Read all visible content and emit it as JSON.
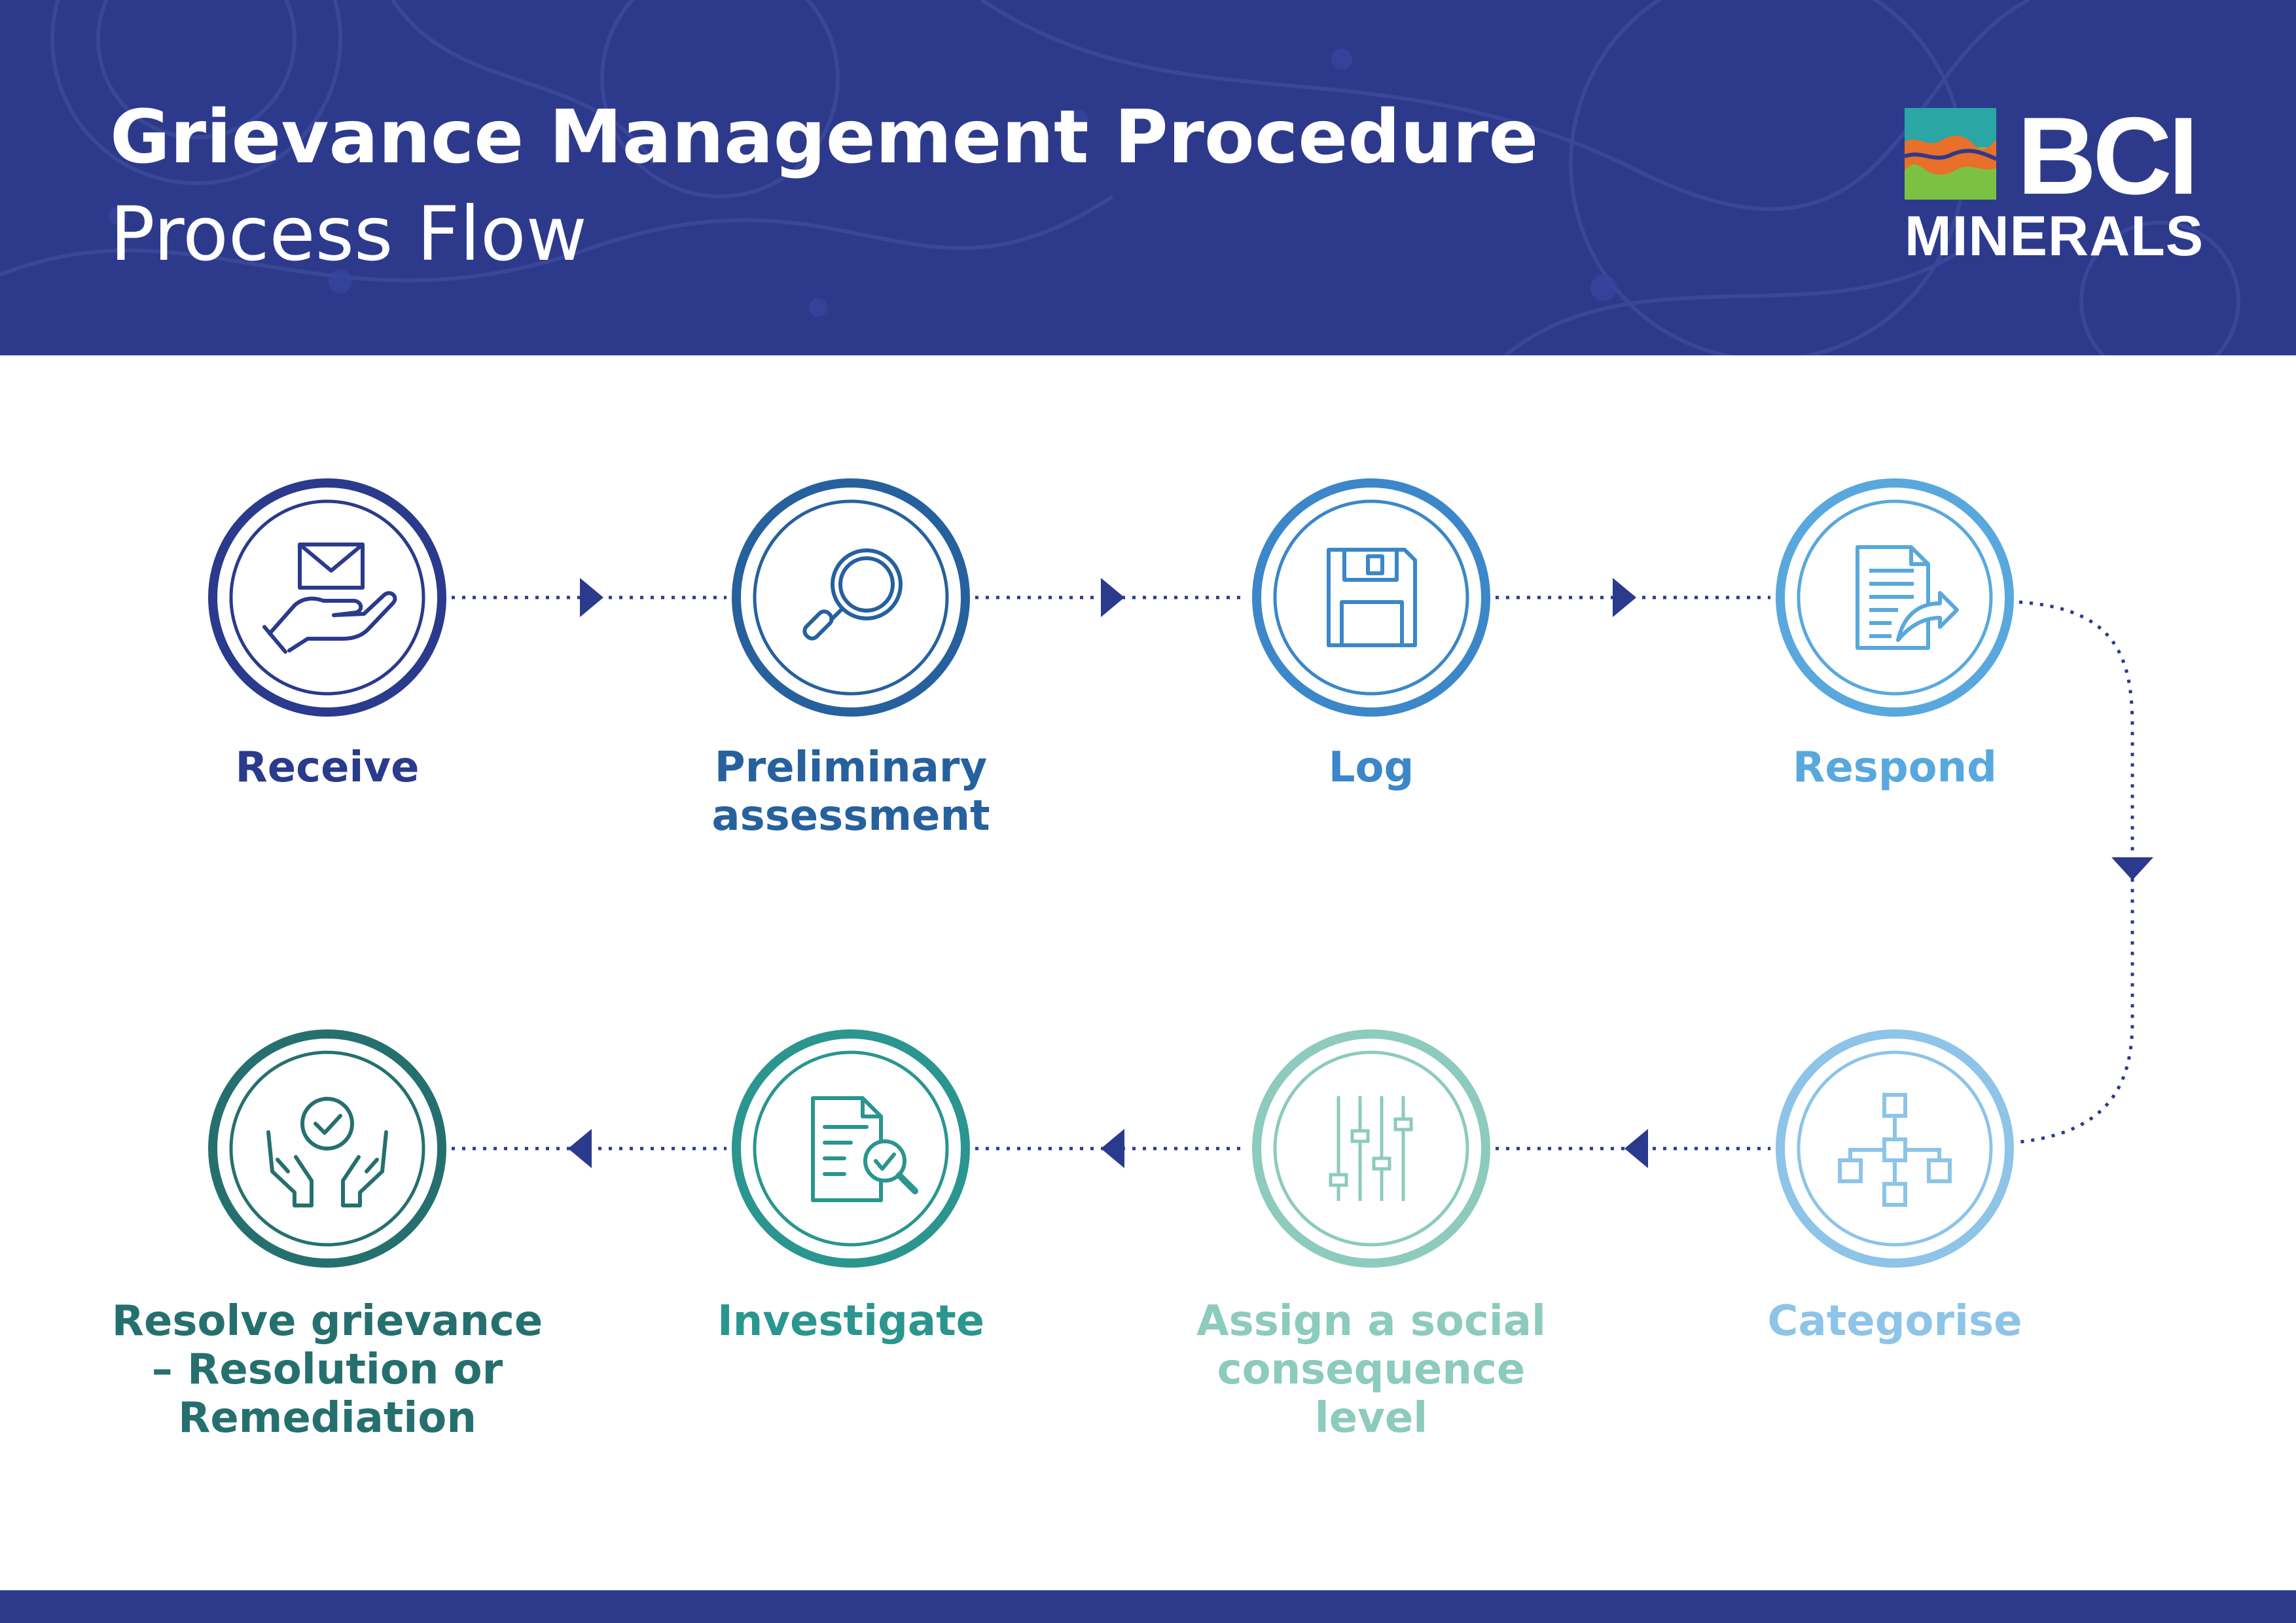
{
  "header": {
    "title": "Grievance Management Procedure",
    "subtitle": "Process Flow",
    "background_color": "#2d3a8c"
  },
  "logo": {
    "line1": "BCI",
    "line2": "MINERALS",
    "mark_colors": [
      "#2aa6a4",
      "#e8702a",
      "#7cc242"
    ]
  },
  "steps": [
    {
      "label": "Receive",
      "icon": "hand-envelope-icon",
      "color": "#2a3a8c"
    },
    {
      "label": "Preliminary\nassessment",
      "icon": "magnifier-icon",
      "color": "#26619e"
    },
    {
      "label": "Log",
      "icon": "floppy-disk-icon",
      "color": "#3b87c9"
    },
    {
      "label": "Respond",
      "icon": "document-arrow-icon",
      "color": "#58a8de"
    },
    {
      "label": "Categorise",
      "icon": "hierarchy-icon",
      "color": "#8dc4e8"
    },
    {
      "label": "Assign a social\nconsequence\nlevel",
      "icon": "sliders-icon",
      "color": "#8ccbbd"
    },
    {
      "label": "Investigate",
      "icon": "document-search-icon",
      "color": "#2b958f"
    },
    {
      "label": "Resolve grievance\n– Resolution or\nRemediation",
      "icon": "hands-check-icon",
      "color": "#25706f"
    }
  ],
  "connector_color": "#2a3a8c"
}
